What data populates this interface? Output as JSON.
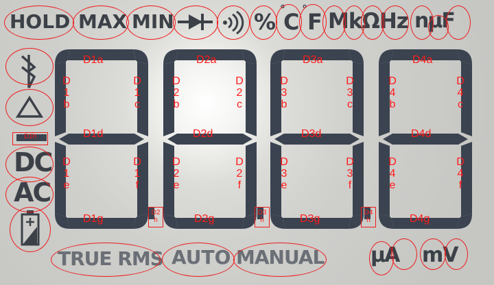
{
  "annunciators": {
    "hold": "HOLD",
    "max": "MAX",
    "min": "MIN",
    "percent": "%",
    "celsius": "C",
    "fahrenheit": "F",
    "mega_kilo_ohm_hz": "MkΩHz",
    "nano_micro_farad": "nμF",
    "dc": "DC",
    "ac": "AC",
    "true_rms": "TRUE RMS",
    "auto": "AUTO",
    "manual": "MANUAL",
    "micro_amp": "μA",
    "milli_volt": "mV"
  },
  "icons": [
    "diode-icon",
    "continuity-icon",
    "bluetooth-icon",
    "delta-icon",
    "battery-icon"
  ],
  "segment_labels": {
    "d1": {
      "a": "D1a",
      "b": [
        "D",
        "1",
        "b"
      ],
      "c": [
        "D",
        "1",
        "c"
      ],
      "d": "D1d",
      "e": [
        "D",
        "1",
        "e"
      ],
      "f": [
        "D",
        "1",
        "f"
      ],
      "g": "D1g",
      "h": [
        "D1",
        "h"
      ]
    },
    "d2": {
      "a": "D2a",
      "b": [
        "D",
        "2",
        "b"
      ],
      "c": [
        "D",
        "2",
        "c"
      ],
      "d": "D2d",
      "e": [
        "D",
        "2",
        "e"
      ],
      "f": [
        "D",
        "2",
        "f"
      ],
      "g": "D2g",
      "h": [
        "D2",
        "h"
      ]
    },
    "d3": {
      "a": "D3a",
      "b": [
        "D",
        "3",
        "b"
      ],
      "c": [
        "D",
        "3",
        "c"
      ],
      "d": "D3d",
      "e": [
        "D",
        "3",
        "e"
      ],
      "f": [
        "D",
        "3",
        "f"
      ],
      "g": "D3g",
      "h": [
        "D3",
        "h"
      ]
    },
    "d4": {
      "a": "D4a",
      "b": [
        "D",
        "4",
        "b"
      ],
      "c": [
        "D",
        "4",
        "c"
      ],
      "d": "D4d",
      "e": [
        "D",
        "4",
        "e"
      ],
      "f": [
        "D",
        "4",
        "f"
      ],
      "g": "D4g",
      "h": [
        "D4",
        "h"
      ]
    }
  },
  "colors": {
    "segment": "#3b4350",
    "annotation": "#ee1c1c",
    "background": "#cfcfcc"
  }
}
